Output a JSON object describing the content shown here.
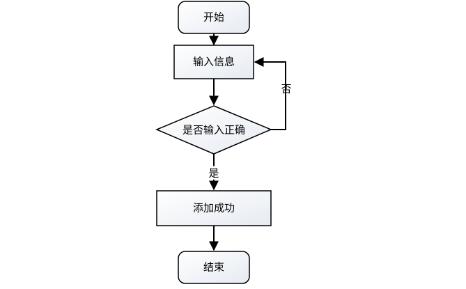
{
  "flowchart": {
    "nodes": {
      "start": "开始",
      "input_info": "输入信息",
      "check_input": "是否输入正确",
      "add_success": "添加成功",
      "end": "结束"
    },
    "edges": {
      "no_label": "否",
      "yes_label": "是"
    }
  }
}
